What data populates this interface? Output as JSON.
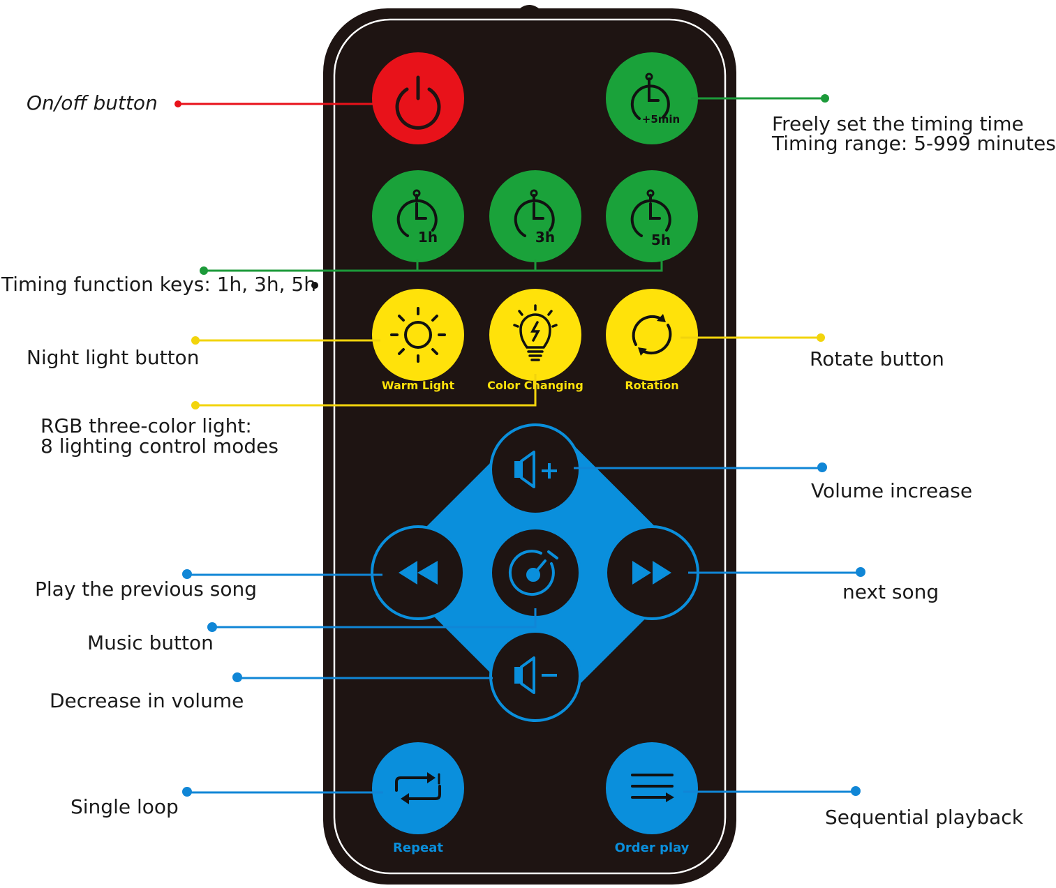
{
  "colors": {
    "remote_body": "#1e1412",
    "power_red": "#e8121a",
    "timer_green": "#1aa23a",
    "light_yellow": "#ffe20a",
    "music_blue": "#0a8fdc",
    "line_red": "#e8121a",
    "line_green": "#1c9a3a",
    "line_yellow": "#f2d40c",
    "line_blue": "#1086d6"
  },
  "buttons": {
    "timer_plus5": "+5min",
    "timer_1h": "1h",
    "timer_3h": "3h",
    "timer_5h": "5h",
    "warm_light": "Warm Light",
    "color_changing": "Color Changing",
    "rotation": "Rotation",
    "repeat": "Repeat",
    "order_play": "Order play"
  },
  "icons": {
    "power": "power-icon",
    "timer": "stopwatch-icon",
    "warm_light": "sun-icon",
    "color_changing": "lightbulb-icon",
    "rotation": "rotate-arrows-icon",
    "volume_up": "speaker-plus-icon",
    "volume_down": "speaker-minus-icon",
    "previous": "rewind-icon",
    "next": "fast-forward-icon",
    "music": "music-disc-icon",
    "repeat": "repeat-one-icon",
    "order_play": "list-order-icon"
  },
  "callouts": {
    "on_off": "On/off button",
    "timing_free_line1": "Freely set the timing time",
    "timing_free_line2": "Timing range: 5-999 minutes",
    "timing_keys": "Timing function keys: 1h, 3h, 5h",
    "night_light": "Night light button",
    "rotate": "Rotate button",
    "rgb_line1": "RGB three-color light:",
    "rgb_line2": "8 lighting control modes",
    "volume_increase": "Volume increase",
    "previous_song": "Play the previous song",
    "next_song": "next song",
    "music_button": "Music button",
    "volume_decrease": "Decrease in volume",
    "single_loop": "Single loop",
    "sequential": "Sequential playback"
  }
}
